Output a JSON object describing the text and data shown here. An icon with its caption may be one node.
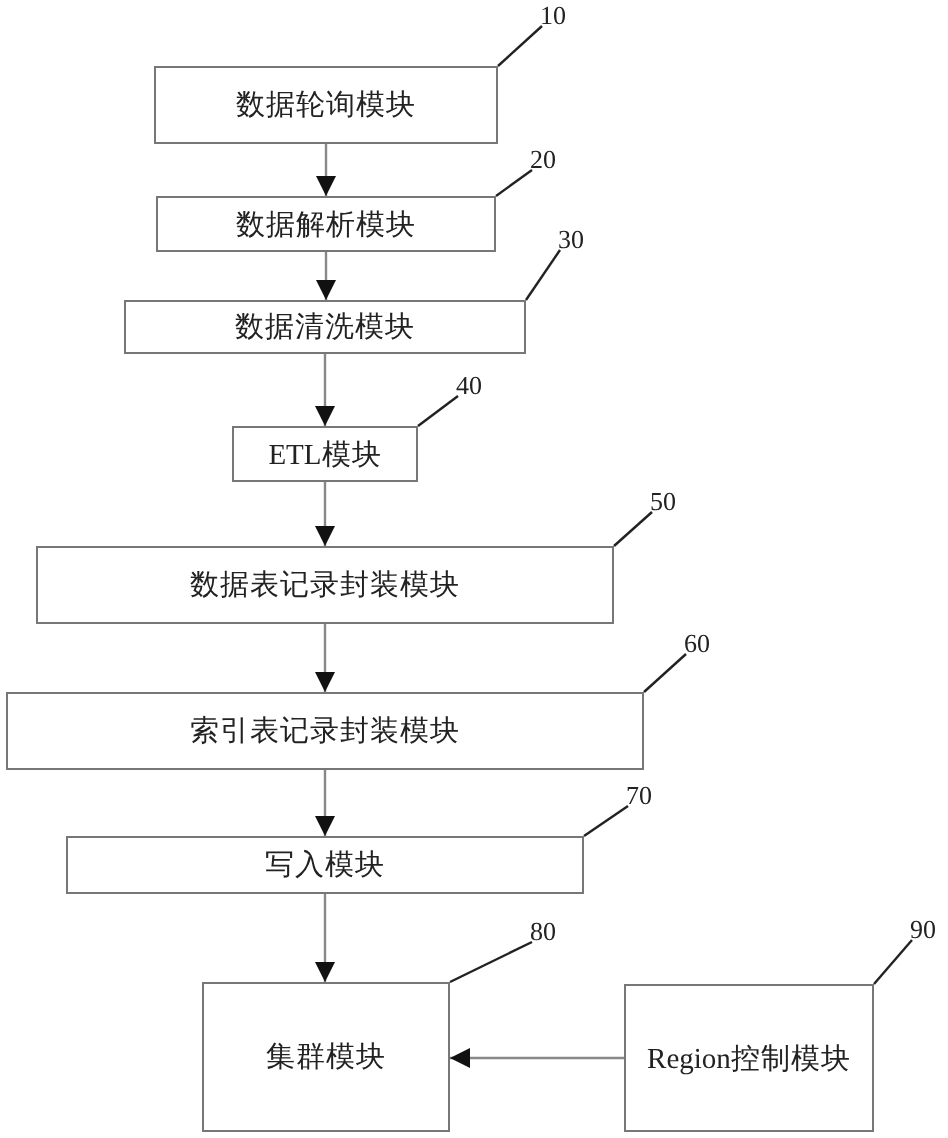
{
  "diagram": {
    "nodes": [
      {
        "text": [
          "数据轮询模块"
        ]
      },
      {
        "text": [
          "数据解析模块"
        ]
      },
      {
        "text": [
          "数据清洗模块"
        ]
      },
      {
        "text": [
          "ETL模块"
        ]
      },
      {
        "text": [
          "数据表记录封装模块"
        ]
      },
      {
        "text": [
          "索引表记录封装模块"
        ]
      },
      {
        "text": [
          "写入模块"
        ]
      },
      {
        "text": [
          "集群模块"
        ]
      },
      {
        "text": [
          "Region控制模块"
        ]
      },
      {
        "text": [
          "10"
        ]
      },
      {
        "text": [
          "20"
        ]
      },
      {
        "text": [
          "30"
        ]
      },
      {
        "text": [
          "40"
        ]
      },
      {
        "text": [
          "50"
        ]
      },
      {
        "text": [
          "60"
        ]
      },
      {
        "text": [
          "70"
        ]
      },
      {
        "text": [
          "80"
        ]
      },
      {
        "text": [
          "90"
        ]
      }
    ],
    "edges": [
      {
        "from": 0,
        "to": 1,
        "arrow": "to",
        "color": "#888888"
      },
      {
        "from": 1,
        "to": 2,
        "arrow": "to",
        "color": "#888888"
      },
      {
        "from": 2,
        "to": 3,
        "arrow": "to",
        "color": "#888888"
      },
      {
        "from": 3,
        "to": 4,
        "arrow": "to",
        "color": "#888888"
      },
      {
        "from": 4,
        "to": 5,
        "arrow": "to",
        "color": "#888888"
      },
      {
        "from": 5,
        "to": 6,
        "arrow": "to",
        "color": "#888888"
      },
      {
        "from": 6,
        "to": 7,
        "arrow": "to",
        "color": "#888888"
      },
      {
        "from": 8,
        "to": 7,
        "arrow": "to",
        "color": "#888888"
      },
      {
        "from": 9,
        "to": 0,
        "arrow": "none"
      },
      {
        "from": 10,
        "to": 1,
        "arrow": "none"
      },
      {
        "from": 11,
        "to": 2,
        "arrow": "none"
      },
      {
        "from": 12,
        "to": 3,
        "arrow": "none"
      },
      {
        "from": 13,
        "to": 4,
        "arrow": "none"
      },
      {
        "from": 14,
        "to": 5,
        "arrow": "none"
      },
      {
        "from": 15,
        "to": 6,
        "arrow": "none"
      },
      {
        "from": 16,
        "to": 7,
        "arrow": "none"
      },
      {
        "from": 17,
        "to": 8,
        "arrow": "none"
      }
    ]
  }
}
